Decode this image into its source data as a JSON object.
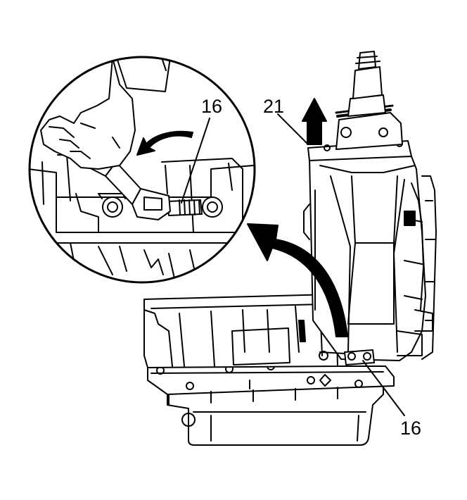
{
  "callouts": {
    "inset_bolt": "16",
    "main_bolt": "16",
    "extension_housing": "21"
  },
  "colors": {
    "line": "#000000",
    "fill": "#ffffff",
    "arrow": "#000000"
  },
  "icons": {
    "lift_arrow": "arrow-up-icon",
    "zoom_arrow": "curved-arrow-icon",
    "rotate_arrow": "rotate-arrow-icon"
  }
}
